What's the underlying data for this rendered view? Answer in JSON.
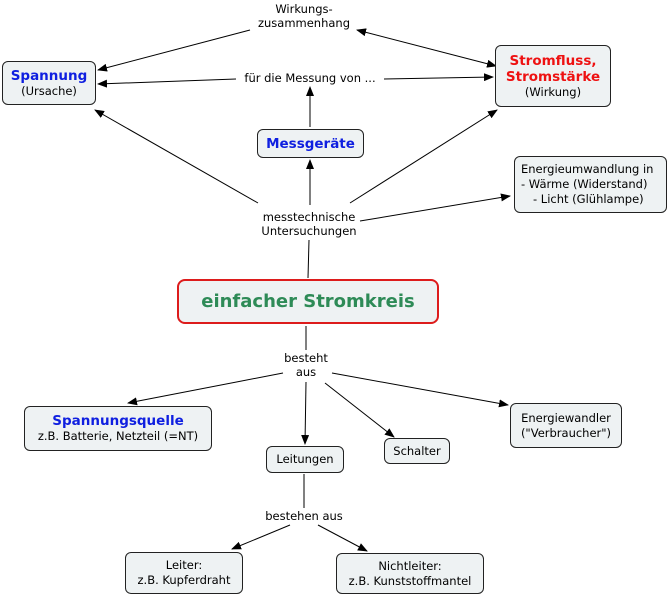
{
  "colors": {
    "main_border": "#dd1c1c",
    "main_text": "#2e8b57",
    "title_blue": "#0f1fe0",
    "title_red": "#ee1111",
    "node_fill": "#eef2f3",
    "line": "#000000"
  },
  "nodes": {
    "spannung": {
      "title": "Spannung",
      "sub": "(Ursache)"
    },
    "stromfluss": {
      "title_1": "Stromfluss,",
      "title_2": "Stromstärke",
      "sub": "(Wirkung)"
    },
    "messgeraete": {
      "title": "Messgeräte"
    },
    "energieumwandlung": {
      "line_1": "Energieumwandlung in",
      "line_2": "- Wärme (Widerstand)",
      "line_3": "- Licht (Glühlampe)"
    },
    "stromkreis": {
      "title": "einfacher Stromkreis"
    },
    "spannungsquelle": {
      "title": "Spannungsquelle",
      "sub": "z.B. Batterie, Netzteil (=NT)"
    },
    "leitungen": {
      "title": "Leitungen"
    },
    "schalter": {
      "title": "Schalter"
    },
    "energiewandler": {
      "line_1": "Energiewandler",
      "line_2": "(\"Verbraucher\")"
    },
    "leiter": {
      "line_1": "Leiter:",
      "line_2": "z.B. Kupferdraht"
    },
    "nichtleiter": {
      "line_1": "Nichtleiter:",
      "line_2": "z.B. Kunststoffmantel"
    }
  },
  "link_labels": {
    "wirkungszusammenhang": {
      "line_1": "Wirkungs-",
      "line_2": "zusammenhang"
    },
    "messung": "für die Messung von ...",
    "untersuchungen": {
      "line_1": "messtechnische",
      "line_2": "Untersuchungen"
    },
    "besteht_aus": {
      "line_1": "besteht",
      "line_2": "aus"
    },
    "bestehen_aus": "bestehen aus"
  }
}
